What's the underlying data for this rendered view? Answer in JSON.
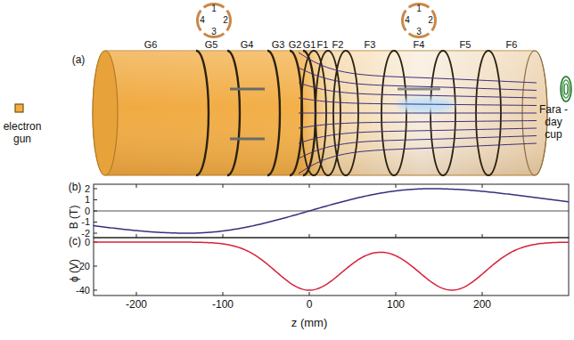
{
  "diagram": {
    "nodes": [
      {
        "text": [
          "1",
          "2",
          "3",
          "4"
        ]
      },
      {
        "text": [
          "1",
          "2",
          "3",
          "4"
        ]
      }
    ],
    "labels": [
      "G6",
      "G5",
      "G4",
      "G3",
      "G2",
      "G1",
      "F1",
      "F2",
      "F3",
      "F4",
      "F5",
      "F6",
      "(a)",
      "electron gun",
      "Fara -day cup",
      "(b)",
      "B (T)",
      "2",
      "1",
      "0",
      "-1",
      "-2",
      "(c)",
      "ϕ (V)",
      "0",
      "-20",
      "-40",
      "-200",
      "-100",
      "0",
      "100",
      "200",
      "z (mm)"
    ]
  }
}
